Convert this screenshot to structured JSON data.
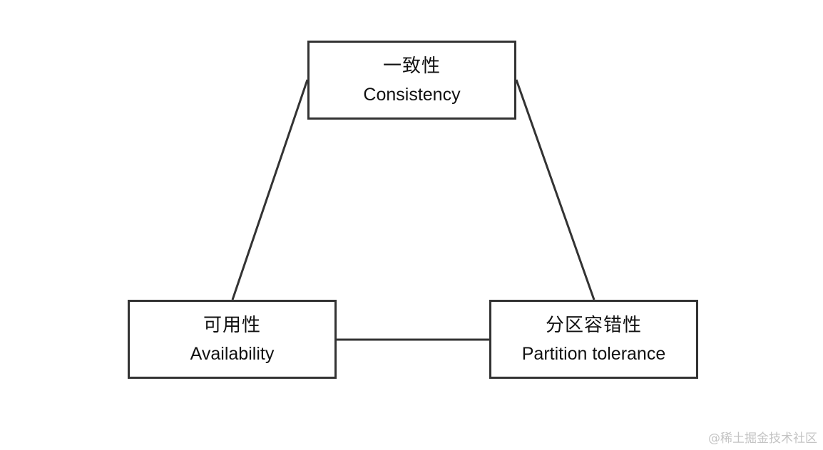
{
  "nodes": {
    "consistency": {
      "zh": "一致性",
      "en": "Consistency"
    },
    "availability": {
      "zh": "可用性",
      "en": "Availability"
    },
    "partition_tolerance": {
      "zh": "分区容错性",
      "en": "Partition tolerance"
    }
  },
  "edges": [
    {
      "from": "consistency",
      "to": "availability"
    },
    {
      "from": "consistency",
      "to": "partition_tolerance"
    },
    {
      "from": "availability",
      "to": "partition_tolerance"
    }
  ],
  "watermark": "@稀土掘金技术社区",
  "colors": {
    "line": "#333333",
    "border": "#333333",
    "text": "#111111",
    "watermark": "#c4c4c4",
    "background": "#ffffff"
  }
}
